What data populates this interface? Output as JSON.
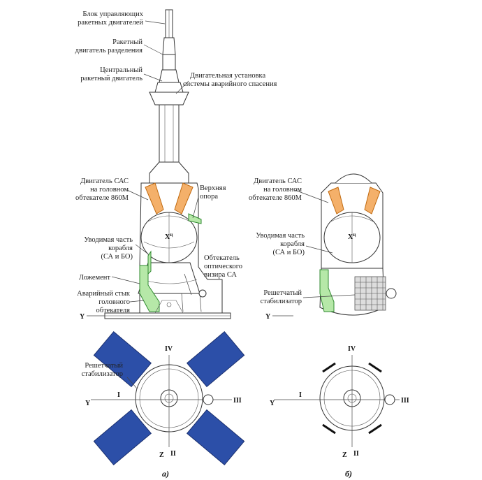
{
  "labels": {
    "block_control": [
      "Блок управляющих",
      "ракетных двигателей"
    ],
    "separation_engine": [
      "Ракетный",
      "двигатель разделения"
    ],
    "central_engine": [
      "Центральный",
      "ракетный двигатель"
    ],
    "engine_unit": [
      "Двигательная установка",
      "системы аварийного спасения"
    ],
    "sas_engine_a": [
      "Двигатель САС",
      "на головном",
      "обтекателе 860М"
    ],
    "upper_support": [
      "Верхняя",
      "опора"
    ],
    "detachable_a": [
      "Уводимая часть",
      "корабля",
      "(СА и БО)"
    ],
    "optical_fairing": [
      "Обтекатель",
      "оптического",
      "визира СА"
    ],
    "cradle": [
      "Ложемент"
    ],
    "emergency_joint": [
      "Аварийный стык",
      "головного",
      "обтекателя"
    ],
    "sas_engine_b": [
      "Двигатель САС",
      "на головном",
      "обтекателе 860М"
    ],
    "detachable_b": [
      "Уводимая часть",
      "корабля",
      "(СА и БО)"
    ],
    "grid_stabilizer_b": [
      "Решетчатый",
      "стабилизатор"
    ],
    "grid_stabilizer_a": [
      "Решетчатый",
      "стабилизатор"
    ]
  },
  "axes": {
    "x_mark": "X",
    "x_mark_sup": "ц",
    "y_mark": "Y",
    "z_mark": "Z",
    "roman_1": "I",
    "roman_2": "II",
    "roman_3": "III",
    "roman_4": "IV"
  },
  "captions": {
    "a": "а)",
    "b": "б)"
  },
  "colors": {
    "green": "#b6e8a8",
    "orange": "#f4b06a",
    "blue_panel": "#2c4fa8"
  }
}
